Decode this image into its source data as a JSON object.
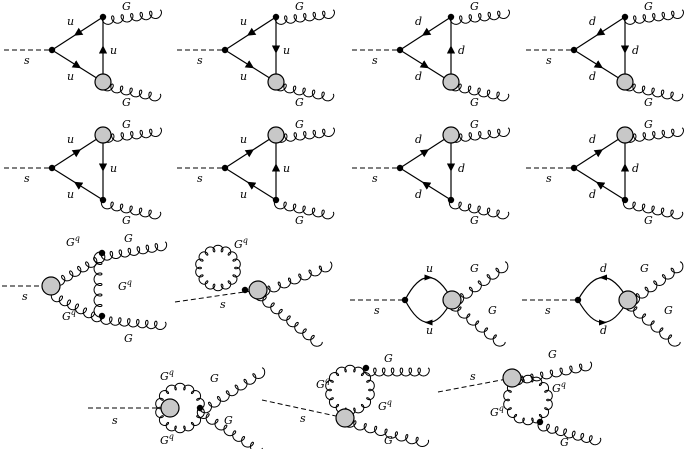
{
  "labels": {
    "scalar": "s",
    "gluon": "G",
    "ghost": "G",
    "ghost_sup": "q",
    "up": "u",
    "down": "d"
  },
  "rows": [
    {
      "name": "triangles-row-1",
      "diagrams": [
        {
          "quark": "up",
          "vertical_arrow": "up",
          "blob": "bottom"
        },
        {
          "quark": "up",
          "vertical_arrow": "down",
          "blob": "bottom"
        },
        {
          "quark": "down",
          "vertical_arrow": "up",
          "blob": "bottom"
        },
        {
          "quark": "down",
          "vertical_arrow": "down",
          "blob": "bottom"
        }
      ]
    },
    {
      "name": "triangles-row-2",
      "diagrams": [
        {
          "quark": "up",
          "vertical_arrow": "down",
          "blob": "top"
        },
        {
          "quark": "up",
          "vertical_arrow": "up",
          "blob": "top"
        },
        {
          "quark": "down",
          "vertical_arrow": "down",
          "blob": "top"
        },
        {
          "quark": "down",
          "vertical_arrow": "up",
          "blob": "top"
        }
      ]
    }
  ]
}
